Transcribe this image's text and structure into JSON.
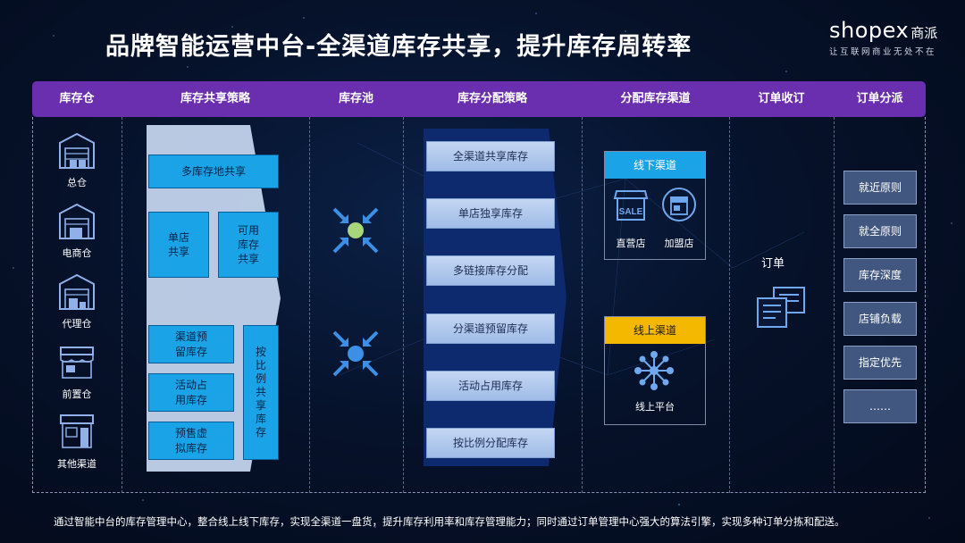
{
  "title": "品牌智能运营中台-全渠道库存共享，提升库存周转率",
  "logo": {
    "brand": "shopex",
    "brand_cn": "商派",
    "slogan": "让互联网商业无处不在"
  },
  "columns": [
    "库存仓",
    "库存共享策略",
    "库存池",
    "库存分配策略",
    "分配库存渠道",
    "订单收订",
    "订单分派"
  ],
  "warehouses": [
    "总仓",
    "电商仓",
    "代理仓",
    "前置仓",
    "其他渠道"
  ],
  "share_strategy": {
    "multi": "多库存地共享",
    "single": "单店\n共享",
    "available": "可用\n库存\n共享",
    "channel_reserve": "渠道预\n留库存",
    "activity": "活动占\n用库存",
    "presale": "预售虚\n拟库存",
    "proportional": "按\n比\n例\n共\n享\n库\n存"
  },
  "allocation_strategy": [
    "全渠道共享库存",
    "单店独享库存",
    "多链接库存分配",
    "分渠道预留库存",
    "活动占用库存",
    "按比例分配库存"
  ],
  "channels": {
    "offline": {
      "title": "线下渠道",
      "direct": "直营店",
      "franchise": "加盟店",
      "sale_tag": "SALE"
    },
    "online": {
      "title": "线上渠道",
      "platform": "线上平台"
    }
  },
  "order_receive": {
    "label": "订单"
  },
  "dispatch_rules": [
    "就近原则",
    "就全原则",
    "库存深度",
    "店铺负载",
    "指定优先",
    "……"
  ],
  "footer": "通过智能中台的库存管理中心，整合线上线下库存，实现全渠道一盘货，提升库存利用率和库存管理能力；同时通过订单管理中心强大的算法引擎，实现多种订单分拣和配送。",
  "colors": {
    "header": "#6a2fae",
    "box_blue": "#1aa3e6",
    "offline": "#1aa3e6",
    "online": "#f5b800",
    "rule_bg": "#42577f"
  }
}
